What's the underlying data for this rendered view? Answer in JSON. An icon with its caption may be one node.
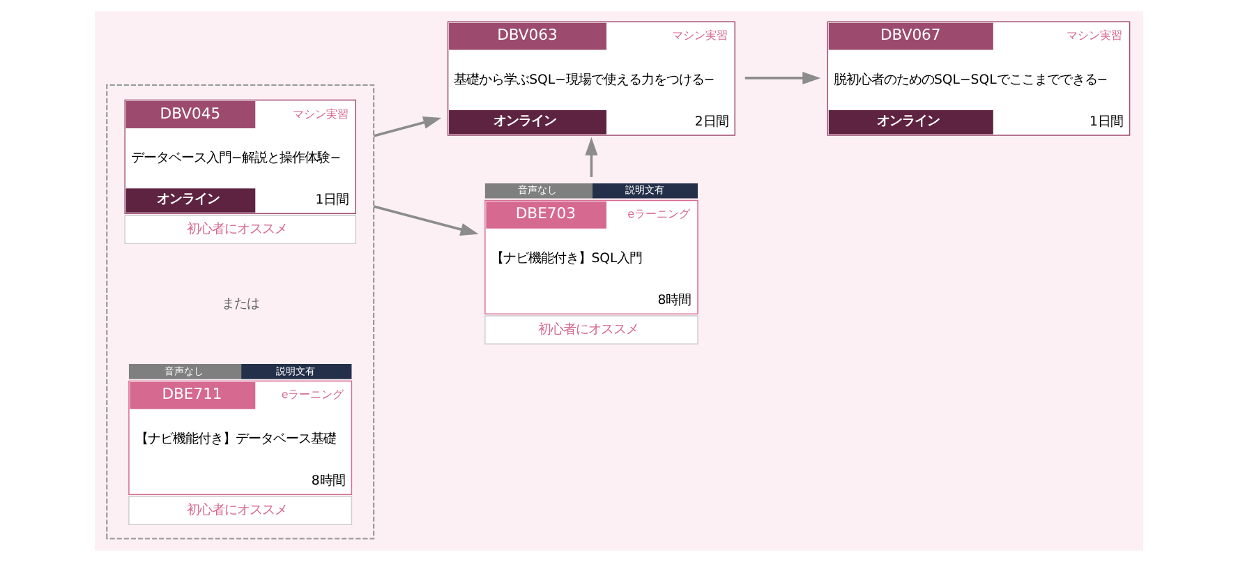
{
  "diagram": {
    "nodes": [
      {
        "text": [],
        "shape": "box"
      },
      {
        "text": [
          "DBV045",
          "マシン実習",
          "データベース入門−解説と操作体験−",
          "オンライン",
          "1日間"
        ],
        "in": 0,
        "beside": [
          "初心者にオススメ"
        ]
      },
      {
        "text": [
          "DBE711",
          "eラーニング",
          "【ナビ機能付き】データベース基礎",
          "8時間"
        ],
        "in": 0,
        "beside": [
          "音声なし",
          "説明文有",
          "初心者にオススメ"
        ]
      },
      {
        "text": [
          "DBV063",
          "マシン実習",
          "基礎から学ぶSQL−現場で使える力をつける−",
          "オンライン",
          "2日間"
        ]
      },
      {
        "text": [
          "DBE703",
          "eラーニング",
          "【ナビ機能付き】SQL入門",
          "8時間"
        ],
        "beside": [
          "音声なし",
          "説明文有",
          "初心者にオススメ"
        ]
      },
      {
        "text": [
          "DBV067",
          "マシン実習",
          "脱初心者のためのSQL−SQLでここまでできる−",
          "オンライン",
          "1日間"
        ]
      }
    ],
    "edges": [
      {
        "from": 0,
        "to": 3,
        "arrow": "to"
      },
      {
        "from": 0,
        "to": 4,
        "arrow": "to"
      },
      {
        "from": 4,
        "to": 3,
        "arrow": "to"
      },
      {
        "from": 3,
        "to": 5,
        "arrow": "to"
      }
    ],
    "labels": [
      "または"
    ]
  }
}
